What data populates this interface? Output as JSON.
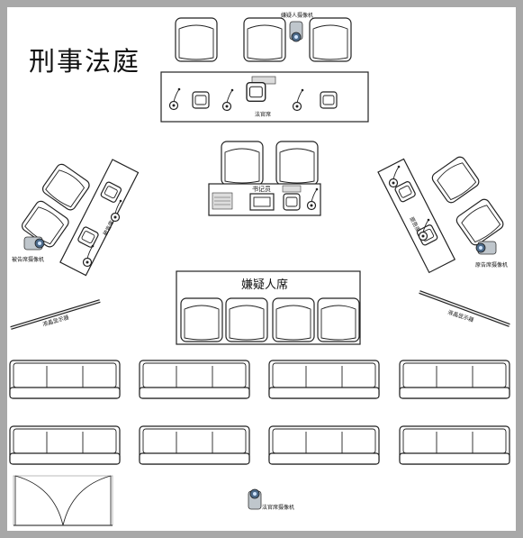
{
  "title": "刑事法庭",
  "labels": {
    "judge_camera": "嫌疑人摄像机",
    "judge_bench": "法官席",
    "clerk": "书记员",
    "defense_bench": "被告席",
    "defense_camera": "被告席摄像机",
    "plaintiff_bench": "原告席",
    "plaintiff_camera": "原告席摄像机",
    "suspect_bench": "嫌疑人席",
    "lcd_left": "液晶显示器",
    "lcd_right": "液晶显示器",
    "judge_seat_camera": "法官席摄像机"
  }
}
